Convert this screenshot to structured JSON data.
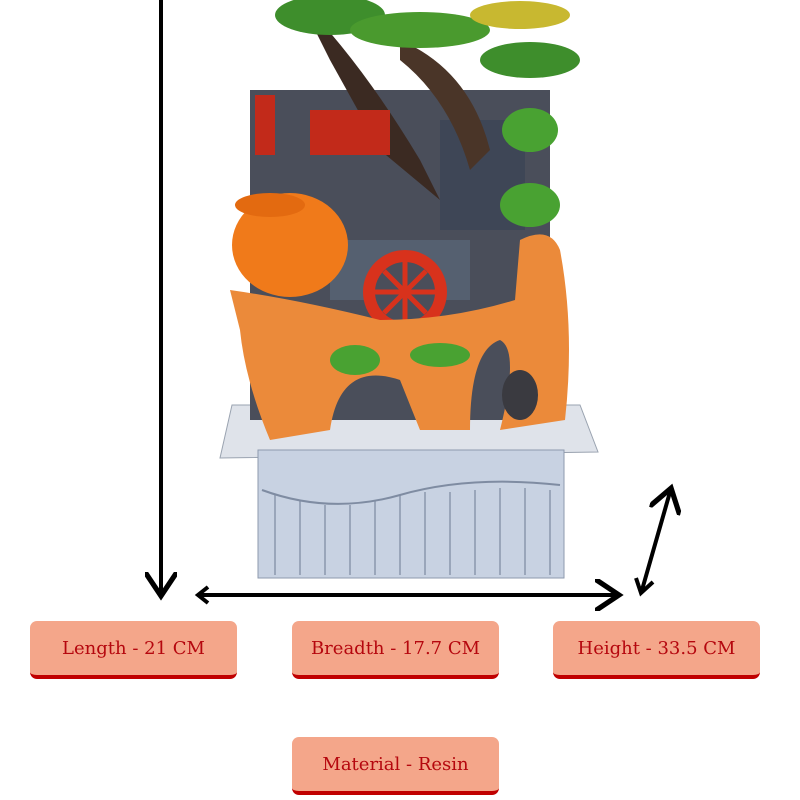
{
  "specs": {
    "length": "Length - 21 CM",
    "breadth": "Breadth - 17.7 CM",
    "height": "Height - 33.5 CM",
    "material": "Material - Resin"
  },
  "colors": {
    "tag_bg": "#f4a68a",
    "tag_text": "#b5070e",
    "tag_border": "#c00000"
  }
}
